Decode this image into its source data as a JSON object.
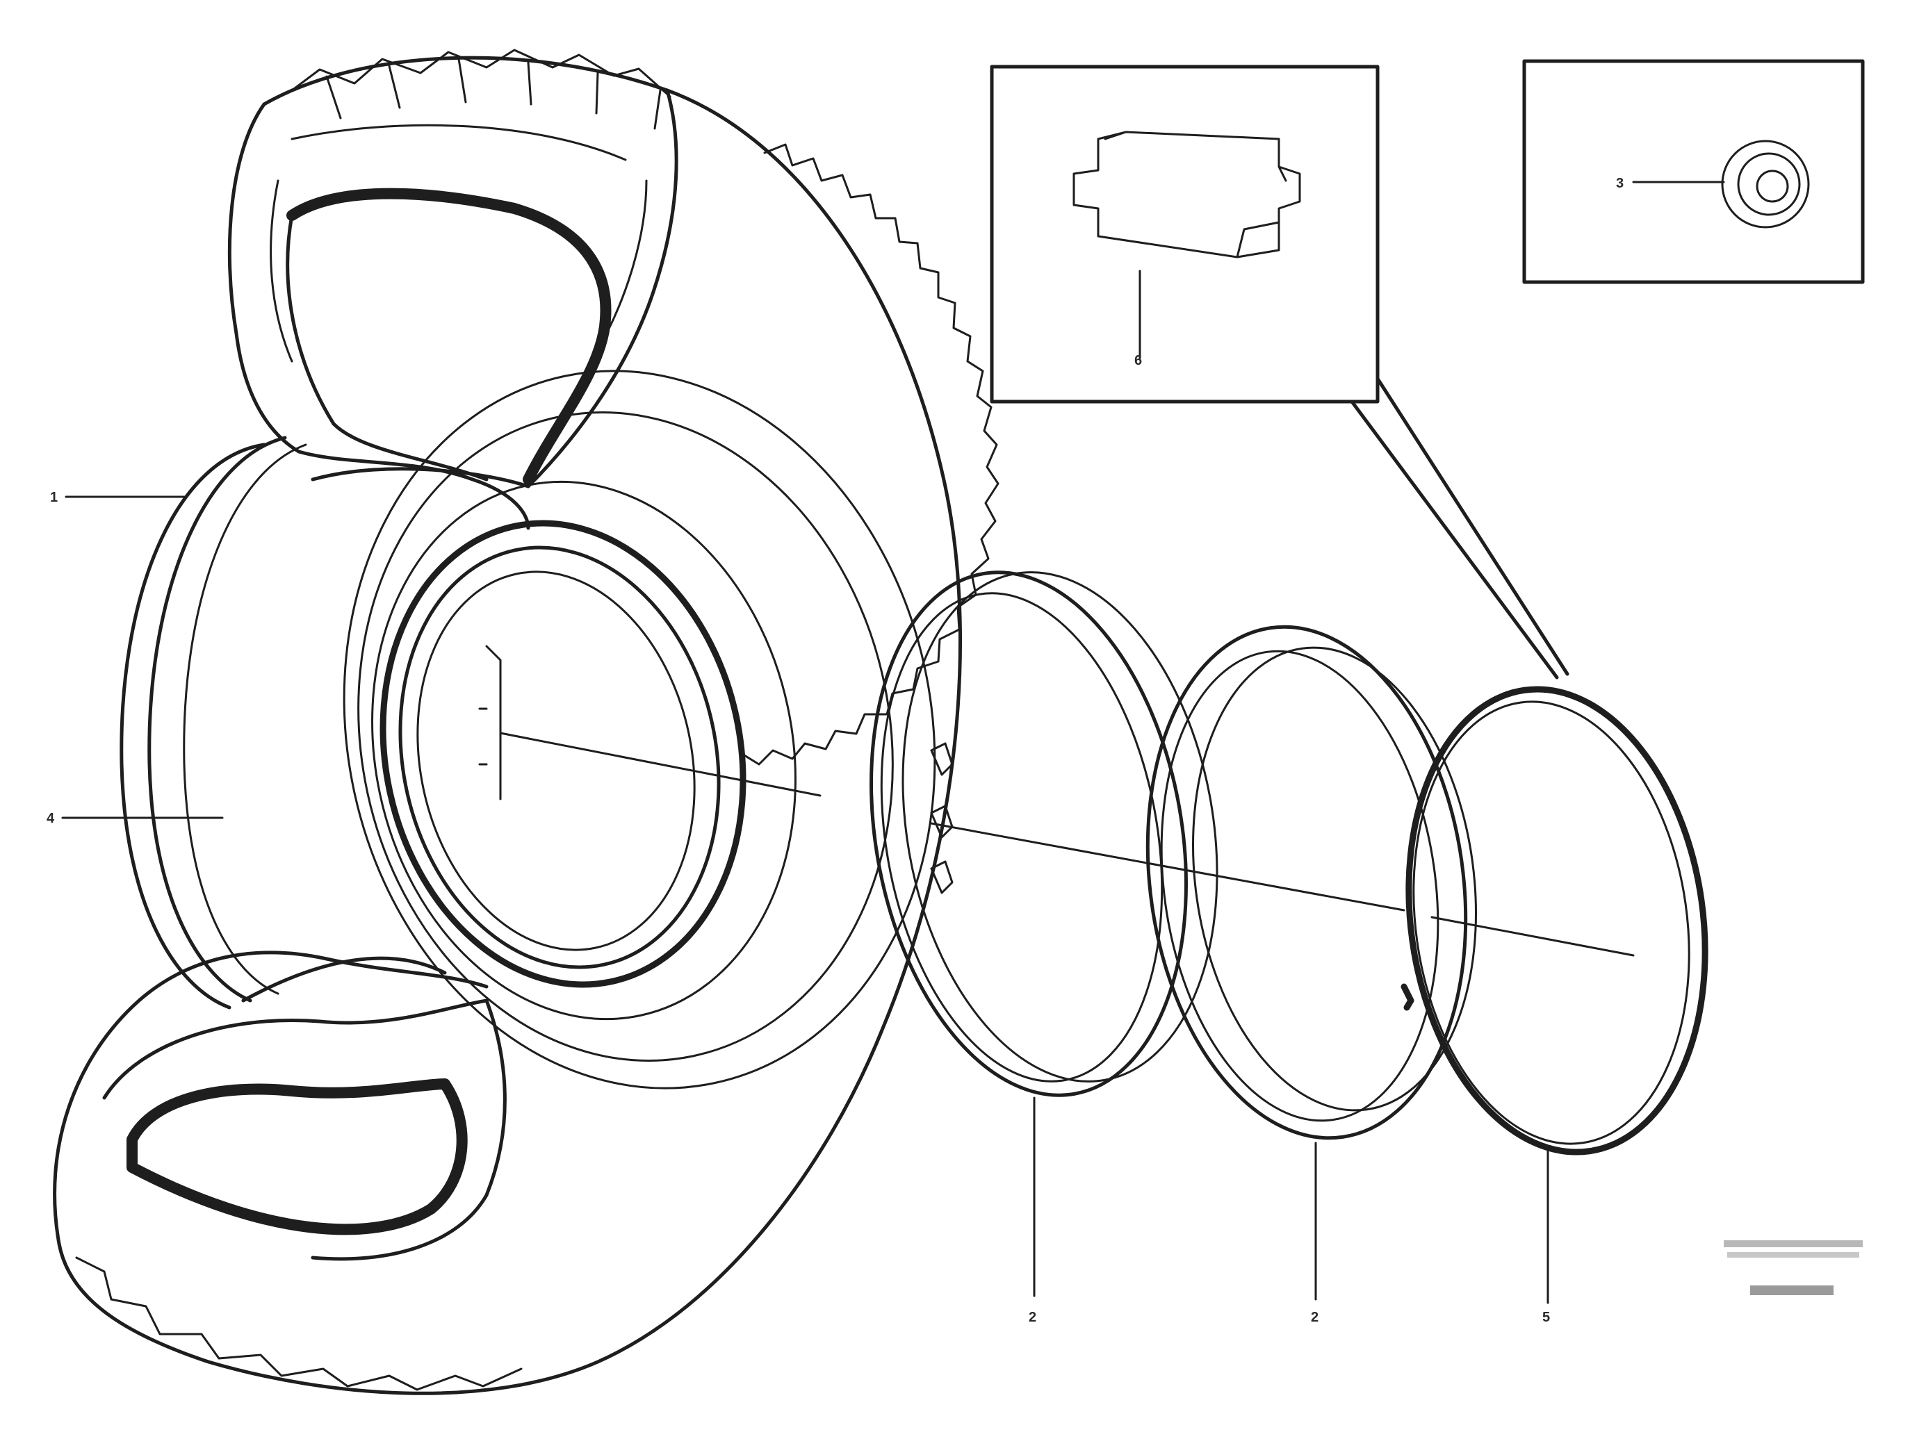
{
  "diagram": {
    "callouts": [
      "1",
      "2",
      "2",
      "3",
      "4",
      "5",
      "6"
    ],
    "stamp": {
      "line1": "",
      "line2": "",
      "code": ""
    }
  },
  "colors": {
    "ink": "#1e1e1e",
    "paper": "#ffffff"
  }
}
